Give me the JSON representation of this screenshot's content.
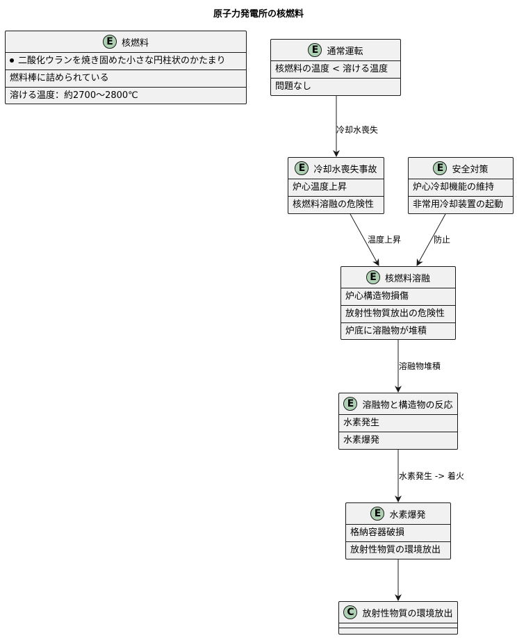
{
  "title": "原子力発電所の核燃料",
  "entities": [
    {
      "id": "nuclear_fuel",
      "stereotype": "E",
      "name": "核燃料",
      "color": "#adD1B2",
      "rows": [
        "二酸化ウランを焼き固めた小さな円柱状のかたまり",
        "燃料棒に詰められている",
        "溶ける温度：約2700〜2800℃"
      ]
    },
    {
      "id": "normal_operation",
      "stereotype": "E",
      "name": "通常運転",
      "color": "#adD1B2",
      "rows": [
        "核燃料の温度 < 溶ける温度",
        "問題なし"
      ]
    },
    {
      "id": "loca",
      "stereotype": "E",
      "name": "冷却水喪失事故",
      "color": "#adD1B2",
      "rows": [
        "炉心温度上昇",
        "核燃料溶融の危険性"
      ]
    },
    {
      "id": "safety",
      "stereotype": "E",
      "name": "安全対策",
      "color": "#adD1B2",
      "rows": [
        "炉心冷却機能の維持",
        "非常用冷却装置の起動"
      ]
    },
    {
      "id": "meltdown",
      "stereotype": "E",
      "name": "核燃料溶融",
      "color": "#adD1B2",
      "rows": [
        "炉心構造物損傷",
        "放射性物質放出の危険性",
        "炉底に溶融物が堆積"
      ]
    },
    {
      "id": "reaction",
      "stereotype": "E",
      "name": "溶融物と構造物の反応",
      "color": "#adD1B2",
      "rows": [
        "水素発生",
        "水素爆発"
      ]
    },
    {
      "id": "explosion",
      "stereotype": "E",
      "name": "水素爆発",
      "color": "#adD1B2",
      "rows": [
        "格納容器破損",
        "放射性物質の環境放出"
      ]
    },
    {
      "id": "release",
      "stereotype": "C",
      "name": "放射性物質の環境放出",
      "color": "#adD1B2",
      "rows": []
    }
  ],
  "edges": [
    {
      "from": "normal_operation",
      "to": "loca",
      "label": "冷却水喪失"
    },
    {
      "from": "loca",
      "to": "meltdown",
      "label": "温度上昇"
    },
    {
      "from": "safety",
      "to": "meltdown",
      "label": "防止"
    },
    {
      "from": "meltdown",
      "to": "reaction",
      "label": "溶融物堆積"
    },
    {
      "from": "reaction",
      "to": "explosion",
      "label": "水素発生 -> 着火"
    },
    {
      "from": "explosion",
      "to": "release",
      "label": ""
    }
  ]
}
